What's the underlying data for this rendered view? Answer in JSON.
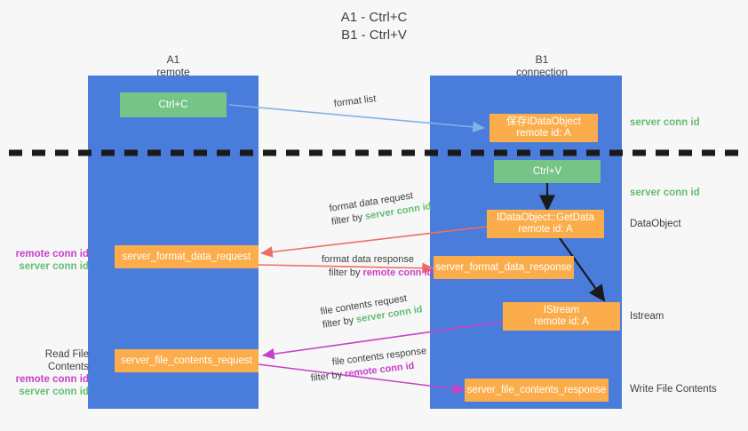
{
  "title": {
    "line1": "A1 - Ctrl+C",
    "line2": "B1 - Ctrl+V"
  },
  "columns": [
    {
      "name": "A1",
      "sub": "remote"
    },
    {
      "name": "B1",
      "sub": "connection"
    }
  ],
  "nodes": {
    "ctrl_c": {
      "label": "Ctrl+C"
    },
    "save_idataobject": {
      "line1": "保存IDataObject",
      "line2": "remote id: A"
    },
    "ctrl_v": {
      "label": "Ctrl+V"
    },
    "getdata": {
      "line1": "IDataObject::GetData",
      "line2": "remote id: A"
    },
    "istream": {
      "line1": "IStream",
      "line2": "remote id: A"
    },
    "server_format_data_request": {
      "label": "server_format_data_request"
    },
    "server_format_data_response": {
      "label": "server_format_data_response"
    },
    "server_file_contents_request": {
      "label": "server_file_contents_request"
    },
    "server_file_contents_response": {
      "label": "server_file_contents_response"
    }
  },
  "right_notes": {
    "server_conn_id_1": "server conn id",
    "server_conn_id_2": "server conn id",
    "dataobject": "DataObject",
    "istream": "Istream",
    "write_file_contents": "Write File Contents"
  },
  "left_notes": {
    "remote_conn_id_1": "remote conn id",
    "server_conn_id_1": "server conn id",
    "read_file_contents": "Read File Contents",
    "remote_conn_id_2": "remote conn id",
    "server_conn_id_2": "server conn id"
  },
  "edges": {
    "format_list": {
      "label": "format list"
    },
    "format_data_request": {
      "label": "format data request",
      "filter_prefix": "filter by ",
      "filter_value": "server conn id"
    },
    "format_data_response": {
      "label": "format data response",
      "filter_prefix": "filter by ",
      "filter_value": "remote conn id"
    },
    "file_contents_request": {
      "label": "file contents request",
      "filter_prefix": "filter by ",
      "filter_value": "server conn id"
    },
    "file_contents_response": {
      "label": "file contents response",
      "filter_prefix": "filter by ",
      "filter_value": "remote conn id"
    }
  },
  "colors": {
    "lane": "#4a7ddb",
    "green_node": "#76c486",
    "orange_node": "#fbad4b",
    "green_text": "#63bd72",
    "purple_text": "#c740c7",
    "red_arrow": "#ee6e63",
    "blue_arrow": "#7fb2e5",
    "magenta_arrow": "#c740c7",
    "black_arrow": "#1a1a1a",
    "background": "#f7f7f7"
  }
}
